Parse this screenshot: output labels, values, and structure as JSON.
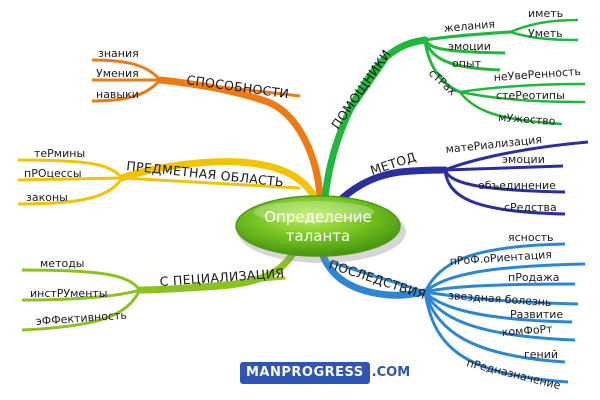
{
  "center": {
    "line1": "Определение",
    "line2": "таланта"
  },
  "branches": {
    "sposobnosti": {
      "label": "СПОСОБНОСТИ",
      "color": "#ee7a14",
      "items": [
        "знания",
        "Умения",
        "навыки"
      ]
    },
    "predmetnaya": {
      "label": "ПРЕДМЕТНАЯ ОБЛАСТЬ",
      "color": "#f2c300",
      "items": [
        "теРмины",
        "пРОцессы",
        "законы"
      ]
    },
    "specializaciya": {
      "label": "С ПЕЦИАЛИЗАЦИЯ",
      "color": "#8cc21f",
      "items": [
        "методы",
        "инстРУменты",
        "эФФективность"
      ]
    },
    "pomoshniki": {
      "label": "ПОМОЩНИКИ",
      "color": "#20b83c",
      "items": [
        "желания",
        "эмоции",
        "опыт",
        "сТРах"
      ],
      "sub_zhelaniya": [
        "иметь",
        "Уметь"
      ],
      "sub_strah": [
        "неУвеРенность",
        "стеРеотипы",
        "мУжество"
      ]
    },
    "metod": {
      "label": "МЕТОД",
      "color": "#2a2fa0",
      "items": [
        "матеРиализация",
        "эмоции",
        "объединение",
        "сРедства"
      ]
    },
    "posledstviya": {
      "label": "ПОСЛЕДСТВИЯ",
      "color": "#2d86d4",
      "items": [
        "ясность",
        "пРоФ.оРиентация",
        "пРодажа",
        "звездная болезнь",
        "Развитие",
        "комФоРт",
        "гений",
        "пРедназначение"
      ]
    }
  },
  "logo": {
    "name": "MANPROGRESS",
    "domain": ".COM"
  }
}
